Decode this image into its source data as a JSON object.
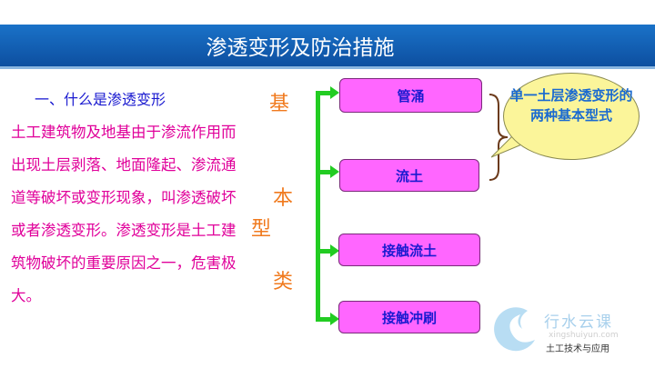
{
  "title": "渗透变形及防治措施",
  "subtitle": "一、什么是渗透变形",
  "body_text": "土工建筑物及地基由于渗流作用而出现土层剥落、地面隆起、渗流通道等破坏或变形现象，叫渗透破坏或者渗透变形。渗透变形是土工建筑物破坏的重要原因之一，危害极大。",
  "vertical_label": [
    "基",
    "本",
    "型",
    "类"
  ],
  "boxes": [
    "管涌",
    "流土",
    "接触流土",
    "接触冲刷"
  ],
  "callout": "单一土层渗透变形的两种基本型式",
  "watermark": {
    "brand": "行水云课",
    "url": "xingshuiyun.com",
    "course": "土工技术与应用"
  },
  "colors": {
    "header": "#1a72c8",
    "box": "#ff66ff",
    "arrow": "#22cc22",
    "body": "#e0009a"
  }
}
